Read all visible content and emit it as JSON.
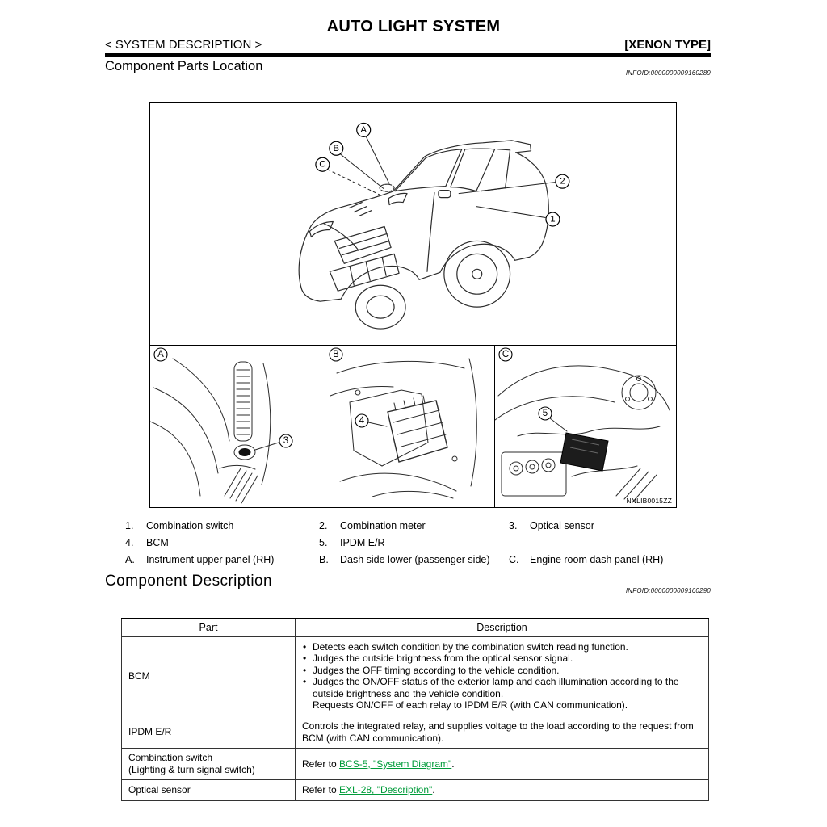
{
  "header": {
    "title": "AUTO LIGHT SYSTEM",
    "section_label": "< SYSTEM DESCRIPTION >",
    "variant_label": "[XENON TYPE]"
  },
  "parts_location": {
    "heading": "Component Parts Location",
    "infoid": "INFOID:0000000009160289",
    "figure": {
      "code": "NNLIB0015ZZ",
      "callouts": {
        "a": "A",
        "b": "B",
        "c": "C",
        "one": "1",
        "two": "2",
        "three": "3",
        "four": "4",
        "five": "5"
      },
      "panel_labels": {
        "a": "A",
        "b": "B",
        "c": "C"
      }
    },
    "legend": {
      "items": [
        {
          "key": "1.",
          "text": "Combination switch"
        },
        {
          "key": "2.",
          "text": "Combination meter"
        },
        {
          "key": "3.",
          "text": "Optical sensor"
        },
        {
          "key": "4.",
          "text": "BCM"
        },
        {
          "key": "5.",
          "text": "IPDM E/R"
        },
        {
          "key": "A.",
          "text": "Instrument upper panel (RH)"
        },
        {
          "key": "B.",
          "text": "Dash side lower (passenger side)"
        },
        {
          "key": "C.",
          "text": "Engine room dash panel (RH)"
        }
      ]
    }
  },
  "component_description": {
    "heading": "Component Description",
    "infoid": "INFOID:0000000009160290",
    "table": {
      "col_part": "Part",
      "col_desc": "Description",
      "rows": {
        "bcm": {
          "part": "BCM",
          "bullets": [
            "Detects each switch condition by the combination switch reading function.",
            "Judges the outside brightness from the optical sensor signal.",
            "Judges the OFF timing according to the vehicle condition.",
            "Judges the ON/OFF status of the exterior lamp and each illumination according to the outside brightness and the vehicle condition."
          ],
          "note": "Requests ON/OFF of each relay to IPDM E/R (with CAN communication)."
        },
        "ipdm": {
          "part": "IPDM E/R",
          "desc": "Controls the integrated relay, and supplies voltage to the load according to the request from BCM (with CAN communication)."
        },
        "combo": {
          "part_line1": "Combination switch",
          "part_line2": "(Lighting & turn signal switch)",
          "prefix": "Refer to ",
          "link": "BCS-5, \"System Diagram\"",
          "suffix": "."
        },
        "optical": {
          "part": "Optical sensor",
          "prefix": "Refer to ",
          "link": "EXL-28, \"Description\"",
          "suffix": "."
        }
      }
    }
  },
  "colors": {
    "link_green": "#009B3A"
  }
}
